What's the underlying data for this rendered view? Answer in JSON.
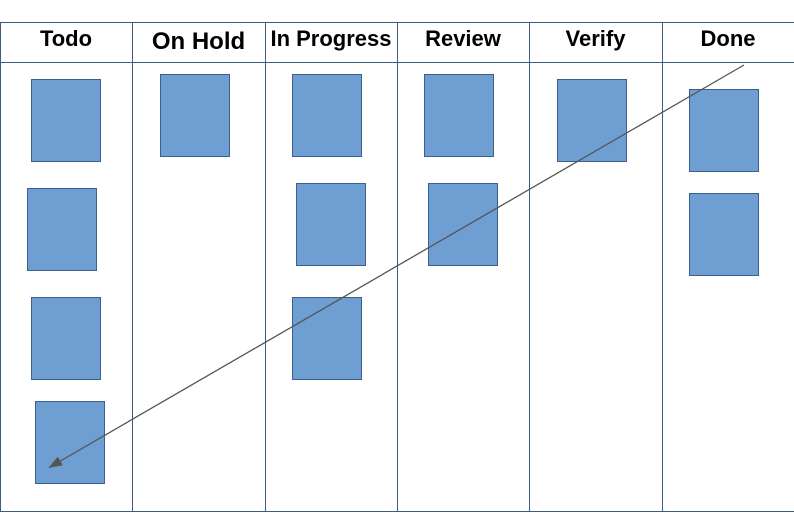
{
  "board": {
    "columns": [
      {
        "title": "Todo"
      },
      {
        "title": "On Hold"
      },
      {
        "title": "In Progress"
      },
      {
        "title": "Review"
      },
      {
        "title": "Verify"
      },
      {
        "title": "Done"
      }
    ]
  },
  "colors": {
    "card_fill": "#6f9ed2",
    "card_border": "#3c5f8c",
    "grid_line": "#3d5a80",
    "arrow": "#555555"
  }
}
